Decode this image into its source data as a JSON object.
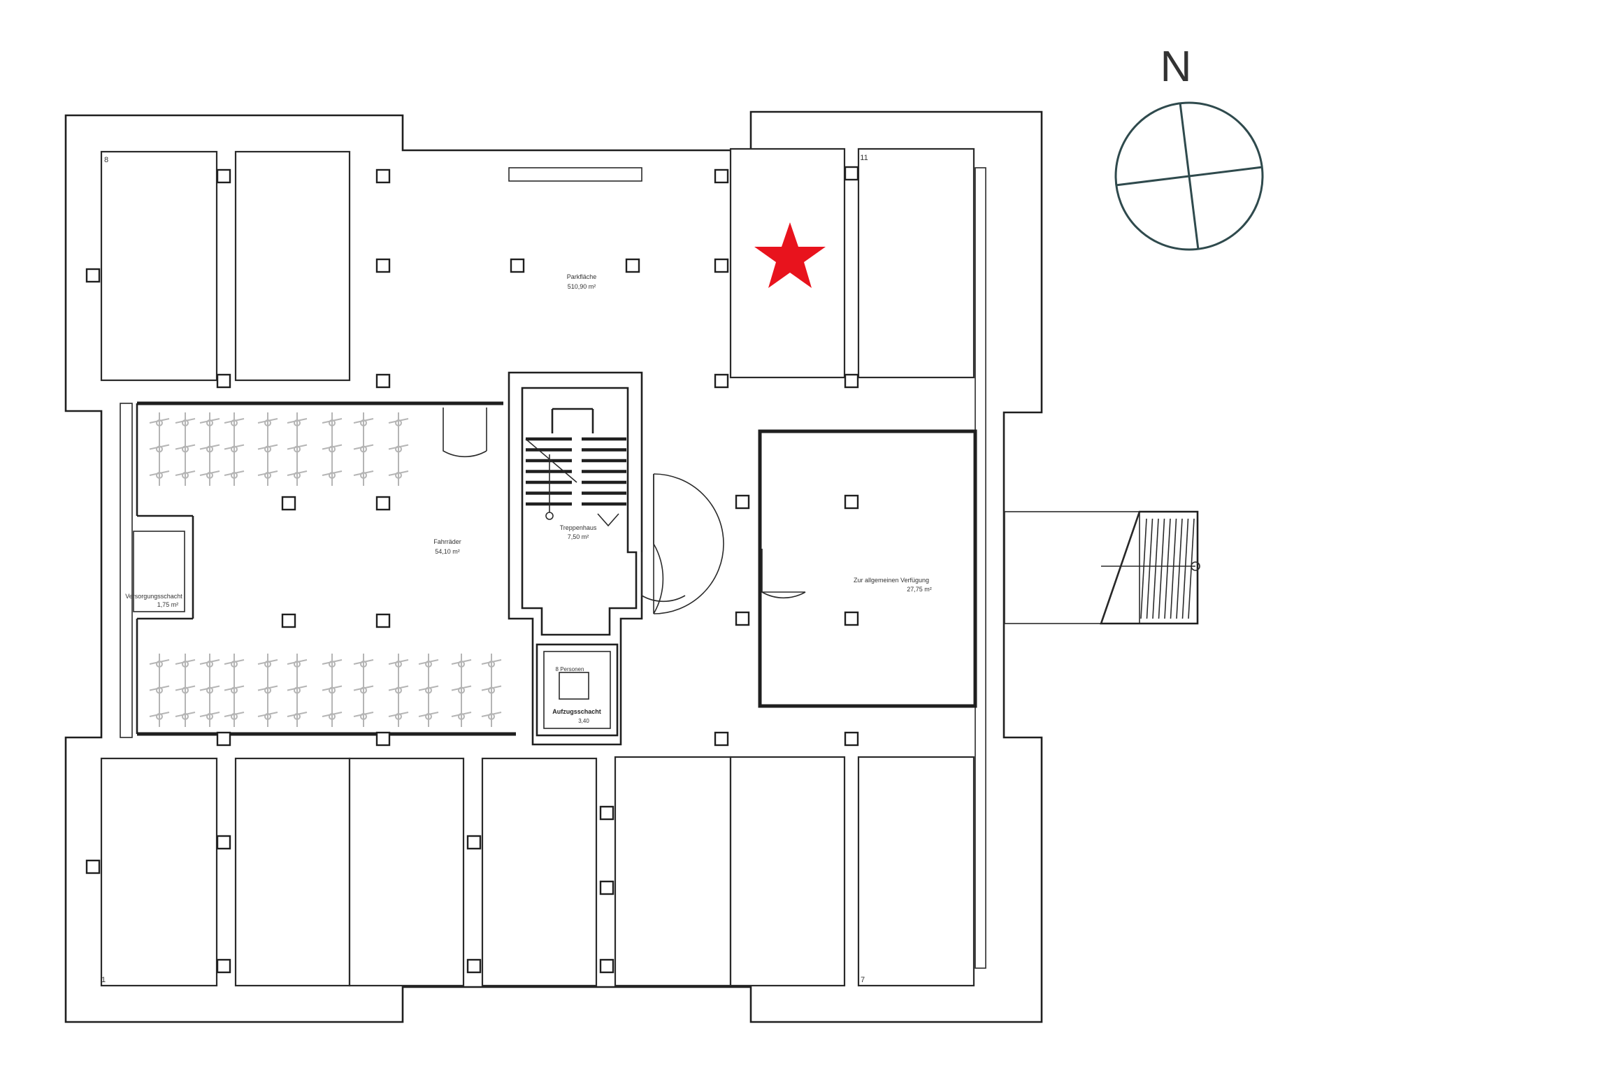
{
  "compass": {
    "north_label": "N"
  },
  "marker": {
    "color": "#e8131d"
  },
  "rooms": {
    "parking": {
      "name": "Parkfläche",
      "area": "510,90 m²"
    },
    "bikes": {
      "name": "Fahrräder",
      "area": "54,10 m²"
    },
    "stairs": {
      "name": "Treppenhaus",
      "area": "7,50 m²"
    },
    "supply_shaft": {
      "name": "Versorgungsschacht",
      "area": "1,75 m²"
    },
    "elevator": {
      "name": "Aufzugsschacht",
      "area": "3,40",
      "capacity": "8 Personen"
    },
    "general_use": {
      "name": "Zur allgemeinen Verfügung",
      "area": "27,75 m²"
    }
  },
  "bay_numbers": {
    "top_left": "8",
    "top_right": "11",
    "bottom_left": "1",
    "bottom_right": "7"
  }
}
